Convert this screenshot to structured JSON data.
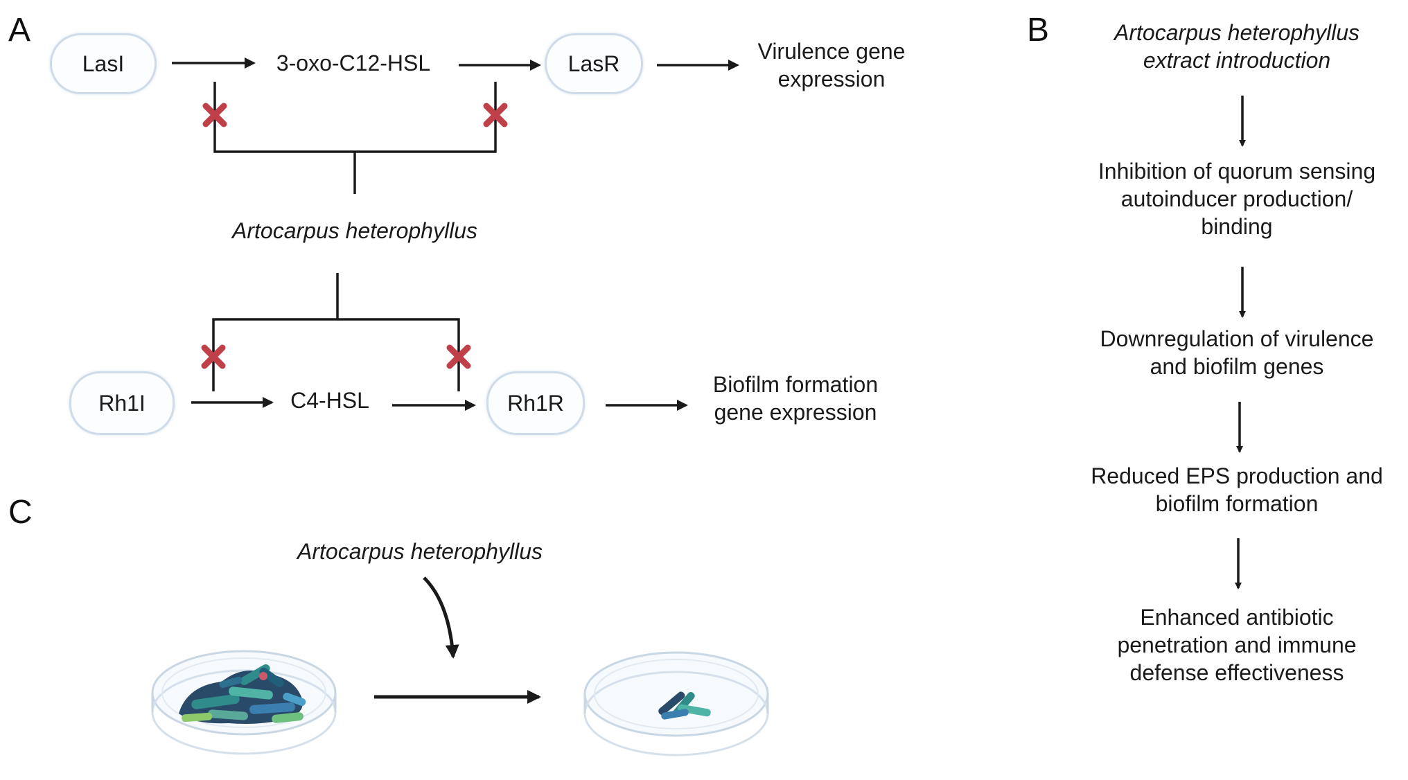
{
  "panels": {
    "a": "A",
    "b": "B",
    "c": "C"
  },
  "panel_a": {
    "las_pathway": {
      "synthase": "LasI",
      "autoinducer": "3-oxo-C12-HSL",
      "receptor": "LasR",
      "outcome_line1": "Virulence gene",
      "outcome_line2": "expression"
    },
    "inhibitor": "Artocarpus heterophyllus",
    "rhl_pathway": {
      "synthase": "Rh1I",
      "autoinducer": "C4-HSL",
      "receptor": "Rh1R",
      "outcome_line1": "Biofilm formation",
      "outcome_line2": "gene expression"
    }
  },
  "panel_b": {
    "steps": [
      [
        "Artocarpus heterophyllus",
        "extract introduction"
      ],
      [
        "Inhibition of quorum sensing",
        "autoinducer production/",
        "binding"
      ],
      [
        "Downregulation of virulence",
        "and biofilm genes"
      ],
      [
        "Reduced EPS production and",
        "biofilm formation"
      ],
      [
        "Enhanced antibiotic",
        "penetration and immune",
        "defense effectiveness"
      ]
    ]
  },
  "panel_c": {
    "treatment_label": "Artocarpus heterophyllus"
  },
  "colors": {
    "node_border": "#cfdbe8",
    "inhibition_mark": "#c0404a",
    "arrow": "#1a1a1a",
    "biofilm_teal": "#2f8c8a",
    "biofilm_navy": "#2a4a6a",
    "dish_outline": "#c9d6e3"
  }
}
